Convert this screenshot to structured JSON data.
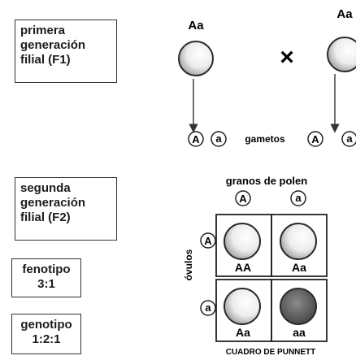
{
  "f1_label": [
    "primera",
    "generación",
    "filial (F1)"
  ],
  "f2_label": [
    "segunda",
    "generación",
    "filial (F2)"
  ],
  "phenotype": {
    "label": "fenotipo",
    "ratio": "3:1"
  },
  "genotype": {
    "label": "genotipo",
    "ratio": "1:2:1"
  },
  "parents": {
    "left": "Aa",
    "right": "Aa",
    "cross": "×"
  },
  "gametes": {
    "left": [
      "A",
      "a"
    ],
    "right": [
      "A",
      "a"
    ],
    "label": "gametos"
  },
  "pollen": {
    "label": "granos de polen",
    "alleles": [
      "A",
      "a"
    ]
  },
  "ovules": {
    "label": "óvulos",
    "alleles": [
      "A",
      "a"
    ]
  },
  "punnett": {
    "cells": [
      "AA",
      "Aa",
      "Aa",
      "aa"
    ],
    "title": "CUADRO DE PUNNETT"
  },
  "colors": {
    "dominant_fill": "#f2f2f2",
    "recessive_fill": "#5a5a5a",
    "stroke": "#2a2a2a"
  }
}
